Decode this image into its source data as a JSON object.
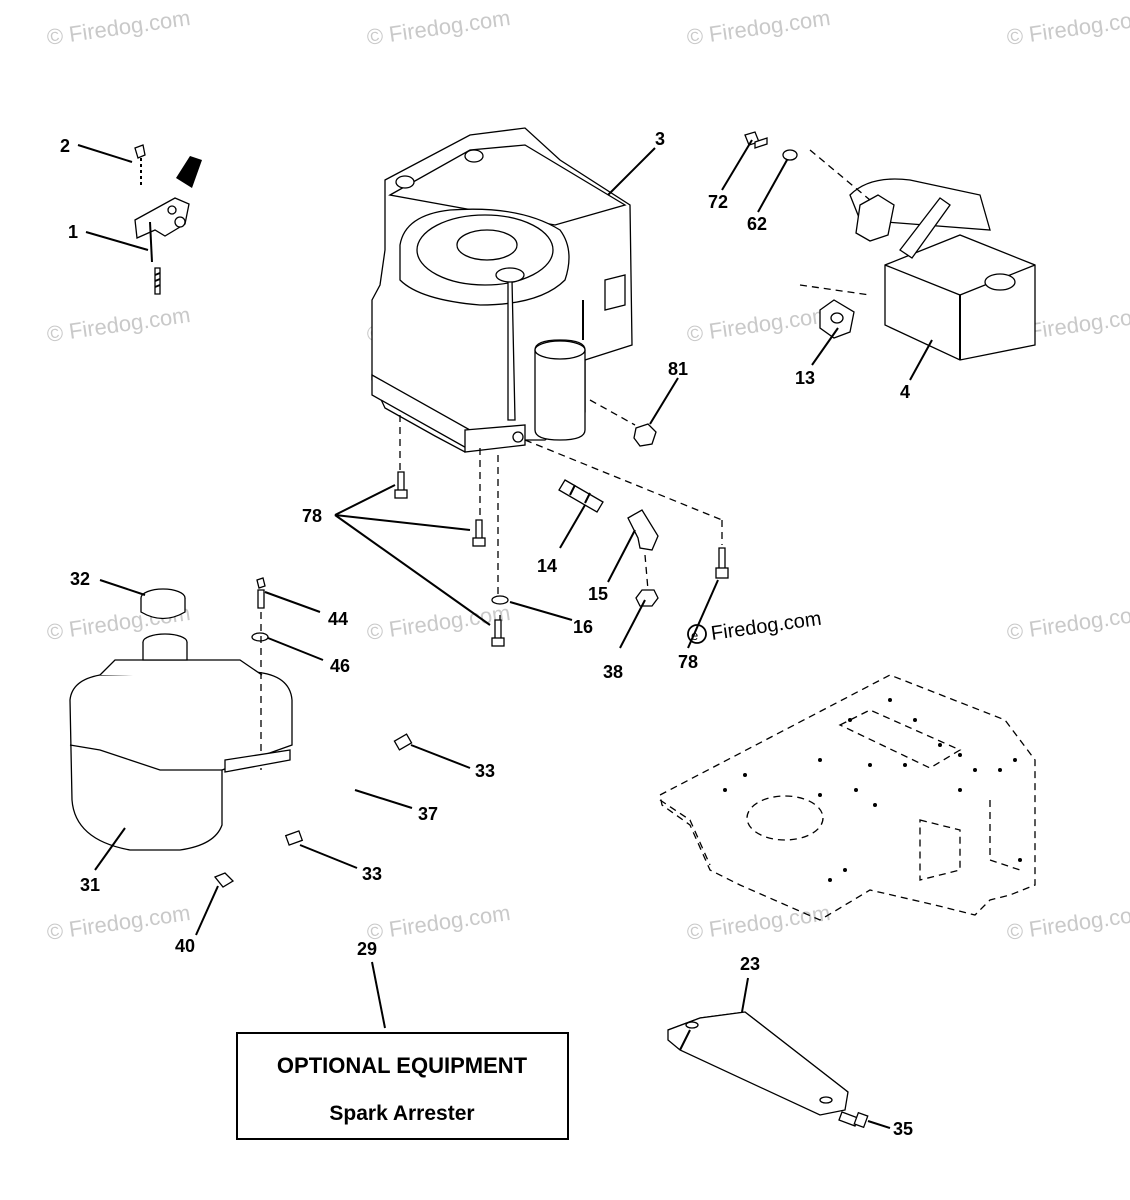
{
  "watermark": {
    "text": "© Firedog.com",
    "prominent_text": "Firedog.com"
  },
  "part_labels": [
    {
      "id": "p2",
      "text": "2"
    },
    {
      "id": "p1",
      "text": "1"
    },
    {
      "id": "p3",
      "text": "3"
    },
    {
      "id": "p72",
      "text": "72"
    },
    {
      "id": "p62",
      "text": "62"
    },
    {
      "id": "p13",
      "text": "13"
    },
    {
      "id": "p4",
      "text": "4"
    },
    {
      "id": "p81",
      "text": "81"
    },
    {
      "id": "p78a",
      "text": "78"
    },
    {
      "id": "p14",
      "text": "14"
    },
    {
      "id": "p15",
      "text": "15"
    },
    {
      "id": "p16",
      "text": "16"
    },
    {
      "id": "p38",
      "text": "38"
    },
    {
      "id": "p78b",
      "text": "78"
    },
    {
      "id": "p32",
      "text": "32"
    },
    {
      "id": "p44",
      "text": "44"
    },
    {
      "id": "p46",
      "text": "46"
    },
    {
      "id": "p33a",
      "text": "33"
    },
    {
      "id": "p37",
      "text": "37"
    },
    {
      "id": "p33b",
      "text": "33"
    },
    {
      "id": "p31",
      "text": "31"
    },
    {
      "id": "p40",
      "text": "40"
    },
    {
      "id": "p29",
      "text": "29"
    },
    {
      "id": "p23",
      "text": "23"
    },
    {
      "id": "p35",
      "text": "35"
    }
  ],
  "optional_box": {
    "title": "OPTIONAL EQUIPMENT",
    "subtitle": "Spark Arrester"
  }
}
